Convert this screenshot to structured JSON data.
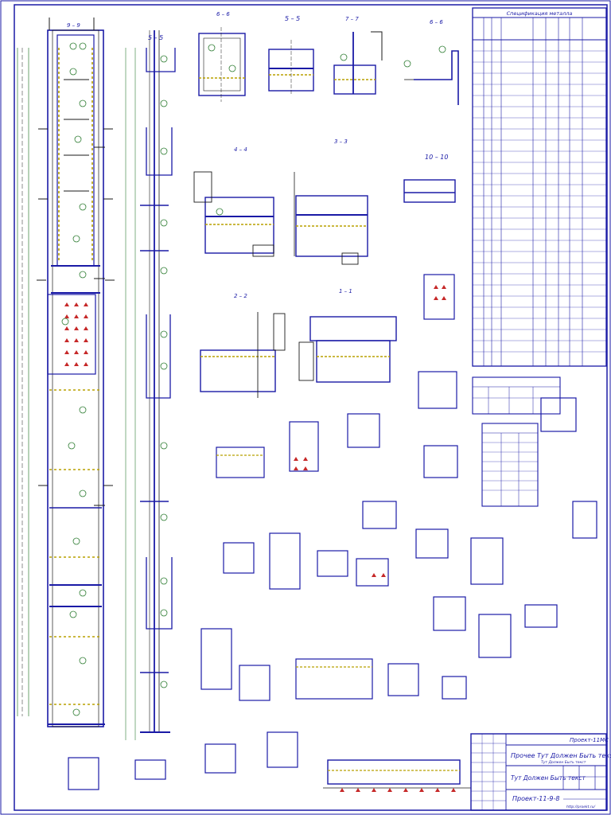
{
  "colors": {
    "frame": "#1a1aa6",
    "line": "#1a1a1a",
    "dim": "#2e7d32",
    "hatch": "#b8a000",
    "bolt": "#c62828",
    "text": "#1a1aa6"
  },
  "sections": {
    "a": "5 – 5",
    "b": "6 – 6",
    "c": "5 – 5",
    "d": "7 – 7",
    "e": "6 – 6",
    "f": "3 – 3",
    "g": "10 – 10",
    "h": "2 – 2",
    "i": "1 – 1",
    "j": "4 – 4",
    "k": "9 – 9"
  },
  "spec_table": {
    "title": "Спецификация металла"
  },
  "notes": {
    "heading": "",
    "line1": "",
    "line2": "",
    "line3": "",
    "line4": ""
  },
  "title_block": {
    "project": "Проект-11МС",
    "title_main": "Прочее Тут Должен Быть текст",
    "title_sub": "Тут Должен Быть текст",
    "sheet_title": "Тут Должен Быть текст",
    "code": "Проект-11-9-8",
    "url": "http://proekt.ru/"
  }
}
